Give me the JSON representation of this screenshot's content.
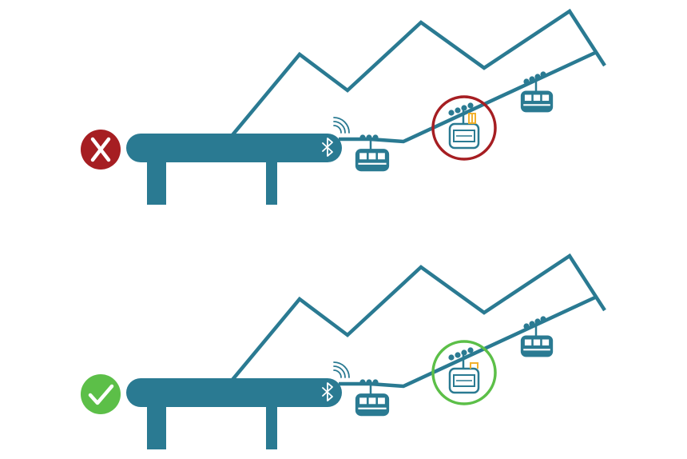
{
  "colors": {
    "structure": "#2a7a92",
    "wrong": "#a61e22",
    "correct": "#5cbf48",
    "latch": "#f2b12e",
    "background": "#ffffff"
  },
  "panels": [
    {
      "status": "incorrect",
      "status_icon": "cross-icon",
      "highlight_color": "#a61e22",
      "latch_state": "open"
    },
    {
      "status": "correct",
      "status_icon": "check-icon",
      "highlight_color": "#5cbf48",
      "latch_state": "closed"
    }
  ],
  "icons": {
    "wireless": "wireless-signal-icon",
    "bluetooth": "bluetooth-icon",
    "cabin": "gondola-cabin-icon"
  }
}
